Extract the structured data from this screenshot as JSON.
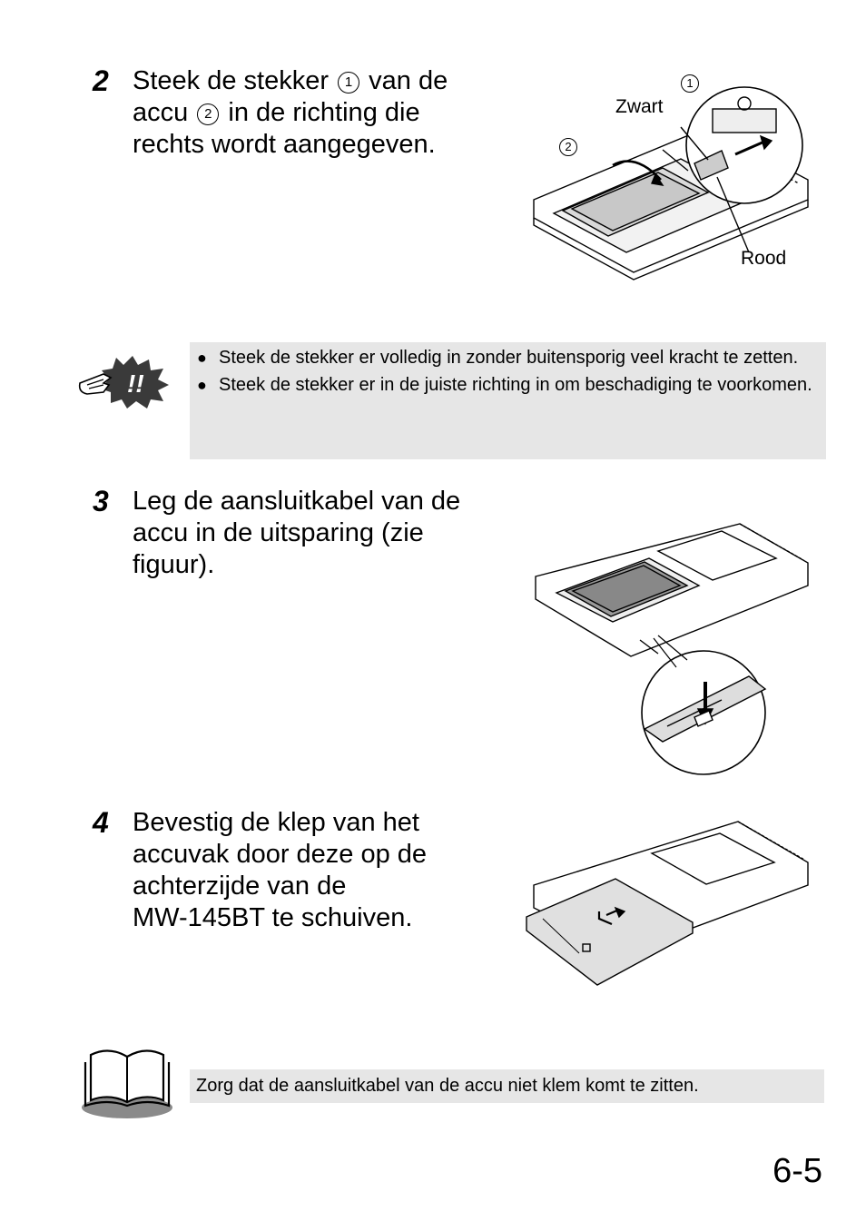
{
  "steps": [
    {
      "number": "2",
      "lines": [
        "Steek de stekker",
        "van de",
        "accu",
        "in de richting die",
        "rechts wordt aangegeven."
      ],
      "marker1": "1",
      "marker2": "2"
    },
    {
      "number": "3",
      "lines": [
        "Leg de aansluitkabel van de",
        "accu in de uitsparing (zie",
        "figuur)."
      ]
    },
    {
      "number": "4",
      "lines": [
        "Bevestig de klep van het",
        "accuvak door deze op de",
        "achterzijde van de",
        "MW-145BT te schuiven."
      ]
    }
  ],
  "figure1": {
    "label_black": "Zwart",
    "label_red": "Rood",
    "marker1": "1",
    "marker2": "2"
  },
  "caution": {
    "icon": "hand-exclamation-icon",
    "items": [
      "Steek de stekker er volledig in zonder buitensporig veel kracht te zetten.",
      "Steek de stekker er in de juiste richting in om beschadiging te voorkomen."
    ],
    "bullet": "●"
  },
  "note": {
    "icon": "open-book-icon",
    "text": "Zorg dat de aansluitkabel van de accu niet klem komt te zitten."
  },
  "page_number": "6-5"
}
